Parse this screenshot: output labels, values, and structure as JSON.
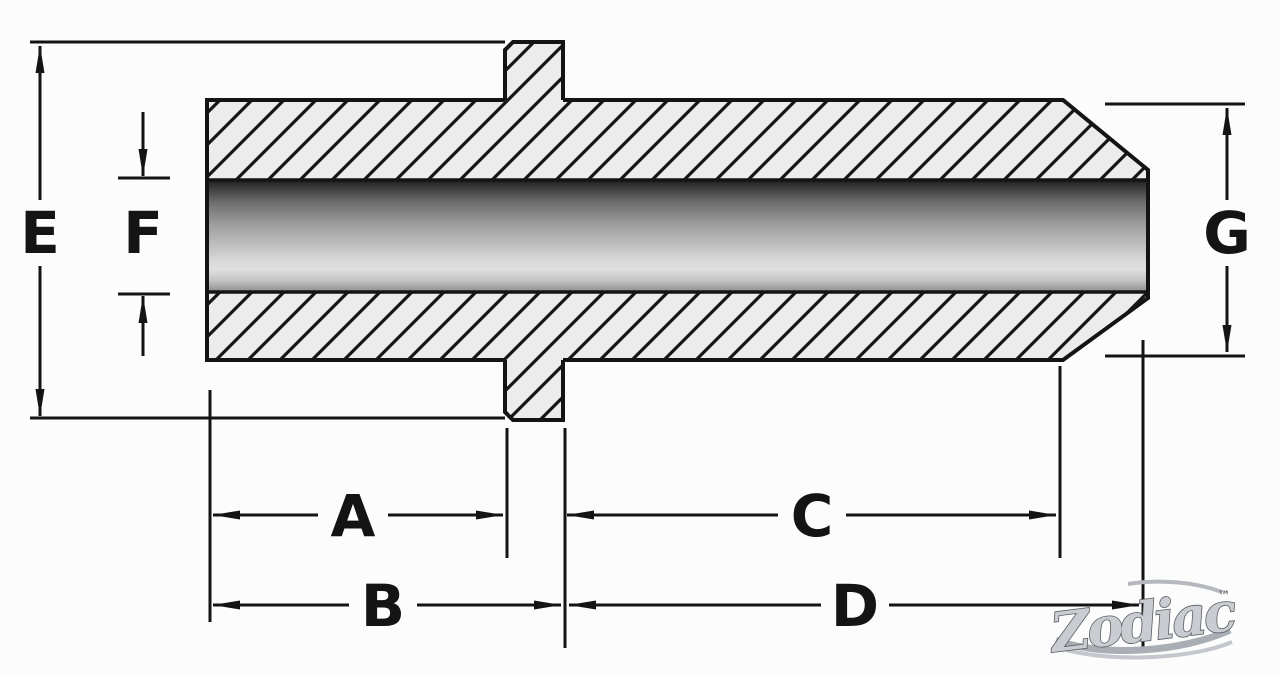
{
  "figure": {
    "dimensions": {
      "a": "A",
      "b": "B",
      "c": "C",
      "d": "D",
      "e": "E",
      "f": "F",
      "g": "G"
    }
  },
  "logo": {
    "brand": "Zodiac",
    "trademark": "™"
  },
  "colors": {
    "ink": "#141414",
    "hatch_fill": "#ececec",
    "logo_silver": "#c9cdd2",
    "logo_outline": "#595e64"
  }
}
